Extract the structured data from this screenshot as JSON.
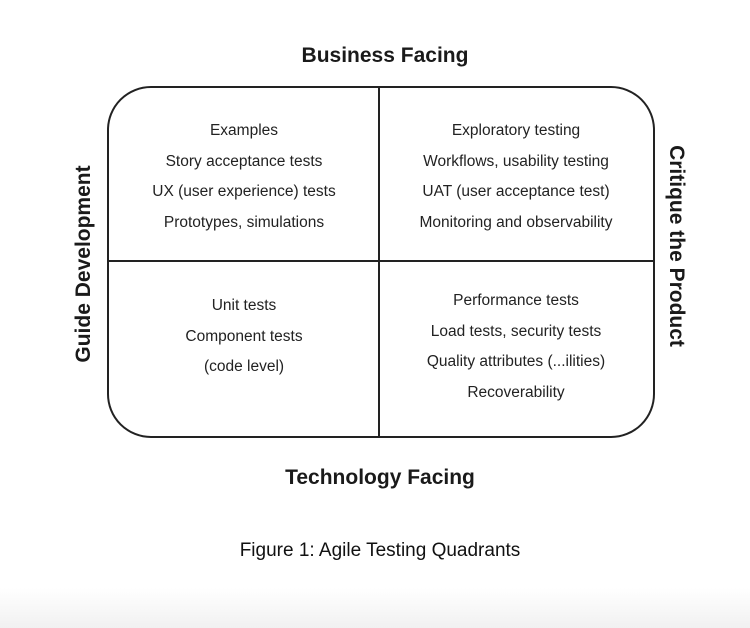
{
  "axes": {
    "top": "Business Facing",
    "bottom": "Technology Facing",
    "left": "Guide Development",
    "right": "Critique the Product"
  },
  "quadrants": {
    "top_left": [
      "Examples",
      "Story acceptance tests",
      "UX (user experience) tests",
      "Prototypes, simulations"
    ],
    "top_right": [
      "Exploratory testing",
      "Workflows, usability testing",
      "UAT (user acceptance test)",
      "Monitoring and observability"
    ],
    "bottom_left": [
      "Unit tests",
      "Component tests",
      "(code level)"
    ],
    "bottom_right": [
      "Performance tests",
      "Load tests, security tests",
      "Quality attributes (...ilities)",
      "Recoverability"
    ]
  },
  "caption": "Figure 1: Agile Testing Quadrants"
}
